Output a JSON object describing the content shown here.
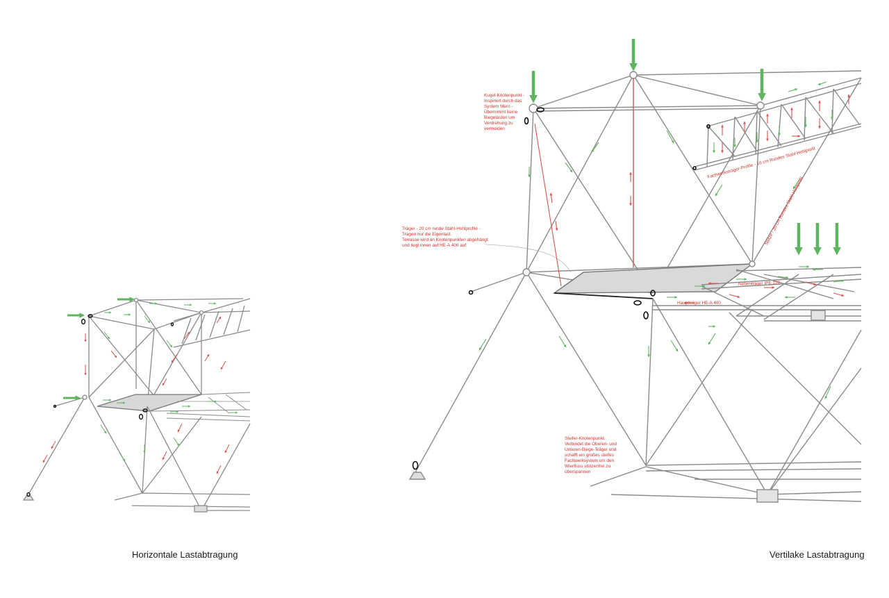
{
  "captions": {
    "left": "Horizontale Lastabtragung",
    "right": "Vertilake Lastabtragung"
  },
  "notes": {
    "kugel": [
      "Kugel-Knotenpunkt -",
      "Inspiriert durch das",
      "System Mero -",
      "Übernimmt keine",
      "Biegelasten um",
      "Verdrehung zu",
      "vermeiden"
    ],
    "traeger": [
      "Träger - 20 cm runde Stahl-Hohlprofile -",
      "Tragen nur die Eigenlast.",
      "Terrasse wird an Knotenpunkten abgehängt",
      "und liegt innen auf HE-A 400 auf"
    ],
    "steifer": [
      "Steifer-Knotenpunkt.",
      "Verbindet die Oberen- und",
      "Unteren-Biege-Träger und",
      "schafft ein großes steifes",
      "Fachwerksystem um den",
      "Wierfluss stützenfrei zu",
      "überspannen"
    ],
    "fachwerk": "Fachwerksträger-Profile - 16 cm Rundes Stahl-Hohlprofil",
    "stuetze": "Stütze - 20 cm Rundes Stahl-Hohlprofil",
    "neben": "Nebenträger IPE 220",
    "haupt": "Hauptträger HE-A 400"
  },
  "colors": {
    "compression": "#5fb45f",
    "tension": "#d9534f",
    "annotation": "#d4322c",
    "structure": "#8a8a8a"
  }
}
